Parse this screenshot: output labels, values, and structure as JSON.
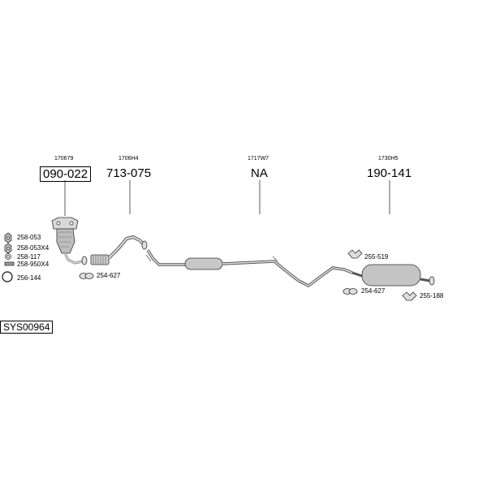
{
  "sections": [
    {
      "code": "170679",
      "part": "090-022"
    },
    {
      "code": "1706H4",
      "part": "713-075"
    },
    {
      "code": "1717W7",
      "part": "NA"
    },
    {
      "code": "1730H5",
      "part": "190-141"
    }
  ],
  "legend": [
    "258-053",
    "258-053X4",
    "258-117",
    "258-950X4",
    "256-144"
  ],
  "fittings": [
    "254-627",
    "255-519",
    "254-627",
    "255-188"
  ],
  "system_id": "SYS00964"
}
